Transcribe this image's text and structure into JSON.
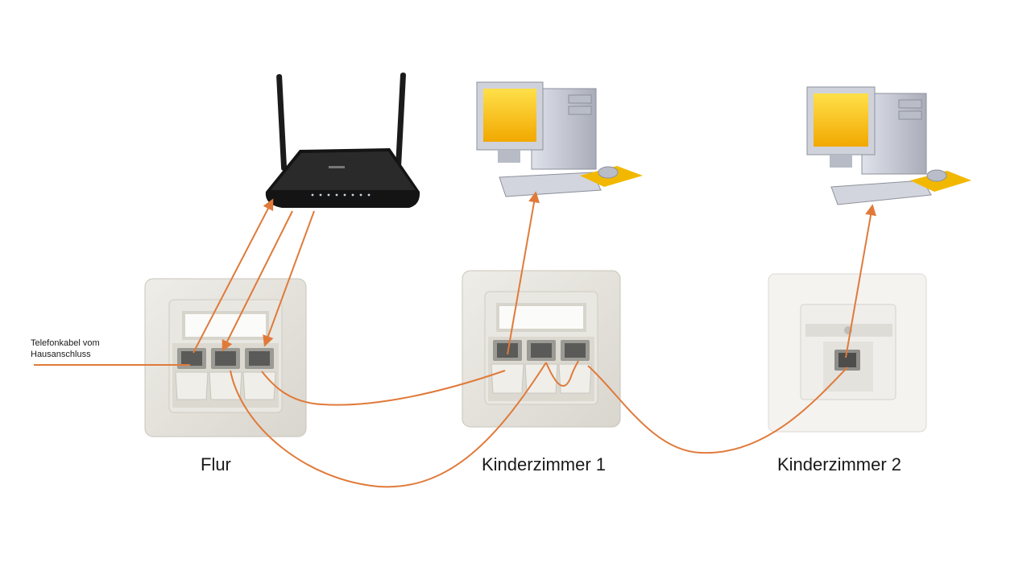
{
  "labels": {
    "flur": "Flur",
    "kinderzimmer1": "Kinderzimmer 1",
    "kinderzimmer2": "Kinderzimmer 2",
    "telefon_line1": "Telefonkabel vom",
    "telefon_line2": "Hausanschluss"
  },
  "colors": {
    "cable": "#e07a3a",
    "wallplate": "#e6e3dc",
    "router": "#151515",
    "monitor_screen": "#f7c200",
    "pc_body": "#c9ccd6",
    "mousepad": "#f2b800"
  },
  "icons": [
    "router-icon",
    "computer-icon",
    "network-wall-socket-icon",
    "rj45-port-icon"
  ]
}
